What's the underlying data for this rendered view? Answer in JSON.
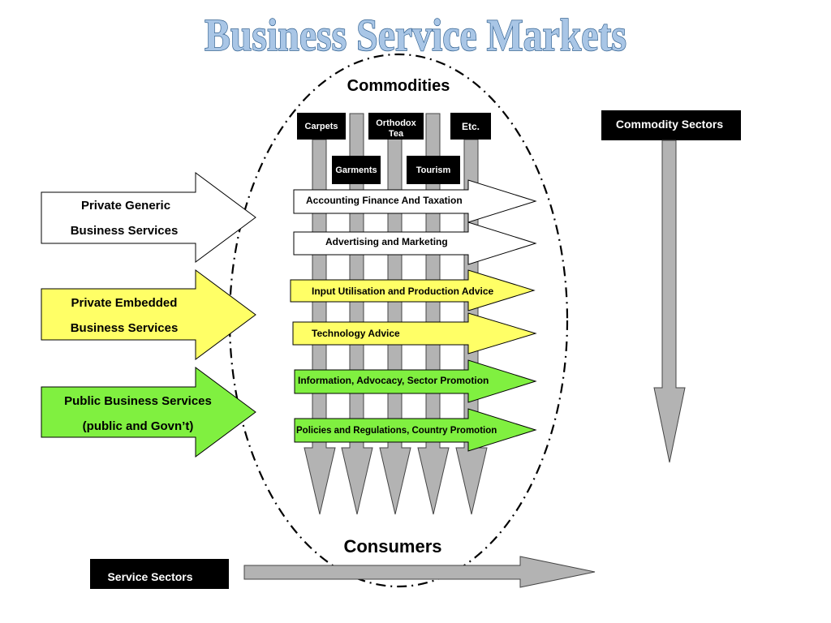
{
  "title": "Business Service Markets",
  "top_label": "Commodities",
  "bottom_label": "Consumers",
  "commodity_sectors_label": "Commodity Sectors",
  "service_sectors_label": "Service Sectors",
  "commodities": {
    "carpets": "Carpets",
    "orthodox_tea_line1": "Orthodox",
    "orthodox_tea_line2": "Tea",
    "etc": "Etc.",
    "garments": "Garments",
    "tourism": "Tourism"
  },
  "provider_categories": {
    "private_generic": {
      "line1": "Private Generic",
      "line2": "Business Services",
      "color": "#ffffff"
    },
    "private_embedded": {
      "line1": "Private Embedded",
      "line2": "Business Services",
      "color": "#ffff66"
    },
    "public_services": {
      "line1": "Public Business Services",
      "line2": "(public and Govn’t)",
      "color": "#80f040"
    }
  },
  "services": [
    {
      "label": "Accounting Finance And Taxation",
      "color": "#ffffff"
    },
    {
      "label": "Advertising and Marketing",
      "color": "#ffffff"
    },
    {
      "label": "Input Utilisation and Production Advice",
      "color": "#ffff66"
    },
    {
      "label": "Technology Advice",
      "color": "#ffff66"
    },
    {
      "label": "Information, Advocacy, Sector Promotion",
      "color": "#80f040"
    },
    {
      "label": "Policies and Regulations, Country Promotion",
      "color": "#80f040"
    }
  ],
  "colors": {
    "shaft_gray": "#b3b3b3",
    "outline": "#000000",
    "label_box": "#000000",
    "title_fill": "#a9c6e6",
    "title_stroke": "#2f5f8f"
  }
}
